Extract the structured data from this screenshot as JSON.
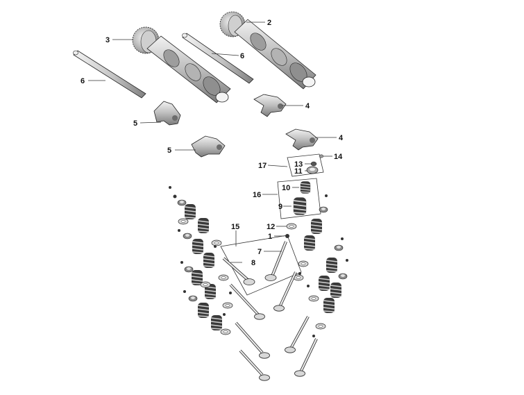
{
  "diagram": {
    "labels": {
      "l1": "1",
      "l2": "2",
      "l3": "3",
      "l4a": "4",
      "l4b": "4",
      "l5a": "5",
      "l5b": "5",
      "l6a": "6",
      "l6b": "6",
      "l7": "7",
      "l8": "8",
      "l9": "9",
      "l10": "10",
      "l11": "11",
      "l12": "12",
      "l13": "13",
      "l14": "14",
      "l15": "15",
      "l16": "16",
      "l17": "17"
    }
  }
}
